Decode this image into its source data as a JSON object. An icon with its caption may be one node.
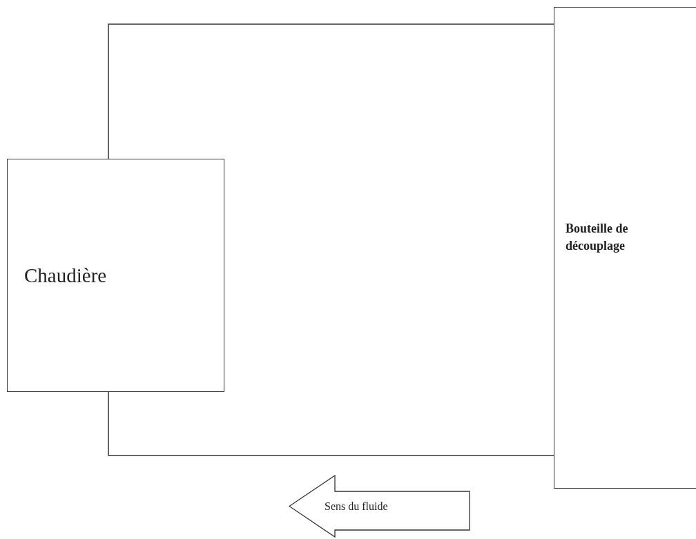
{
  "diagram": {
    "nodes": [
      {
        "text": [
          "Chaudière"
        ]
      },
      {
        "text": [
          "Bouteille de découplage"
        ]
      },
      {
        "text": [
          "Sens du fluide"
        ]
      }
    ],
    "edges": [
      {
        "from": 0,
        "to": 1,
        "arrow": "none"
      },
      {
        "from": 0,
        "to": 1,
        "arrow": "none"
      }
    ]
  }
}
